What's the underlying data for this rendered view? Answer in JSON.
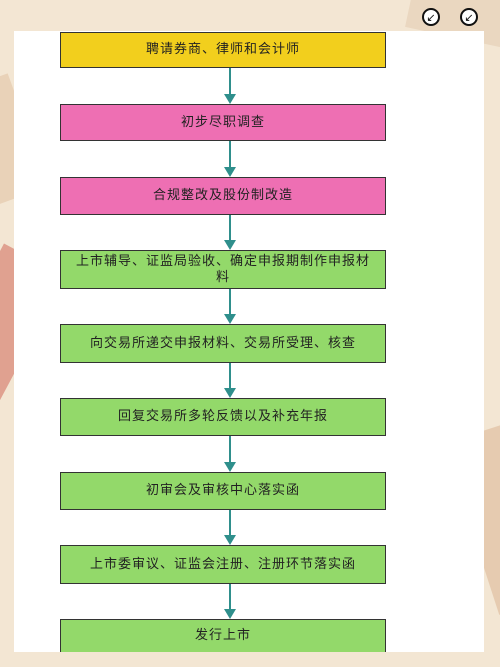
{
  "steps": [
    {
      "label": "聘请券商、律师和会计师",
      "color": "yellow"
    },
    {
      "label": "初步尽职调查",
      "color": "pink"
    },
    {
      "label": "合规整改及股份制改造",
      "color": "pink"
    },
    {
      "label": "上市辅导、证监局验收、确定申报期制作申报材料",
      "color": "green"
    },
    {
      "label": "向交易所递交申报材料、交易所受理、核查",
      "color": "green"
    },
    {
      "label": "回复交易所多轮反馈以及补充年报",
      "color": "green"
    },
    {
      "label": "初审会及审核中心落实函",
      "color": "green"
    },
    {
      "label": "上市委审议、证监会注册、注册环节落实函",
      "color": "green"
    },
    {
      "label": "发行上市",
      "color": "green"
    }
  ],
  "colors": {
    "yellow": "#f2cf1d",
    "pink": "#ee6fb3",
    "green": "#93d96a",
    "arrow": "#2f8f8c"
  },
  "icons": [
    "collapse-icon",
    "collapse-icon"
  ]
}
